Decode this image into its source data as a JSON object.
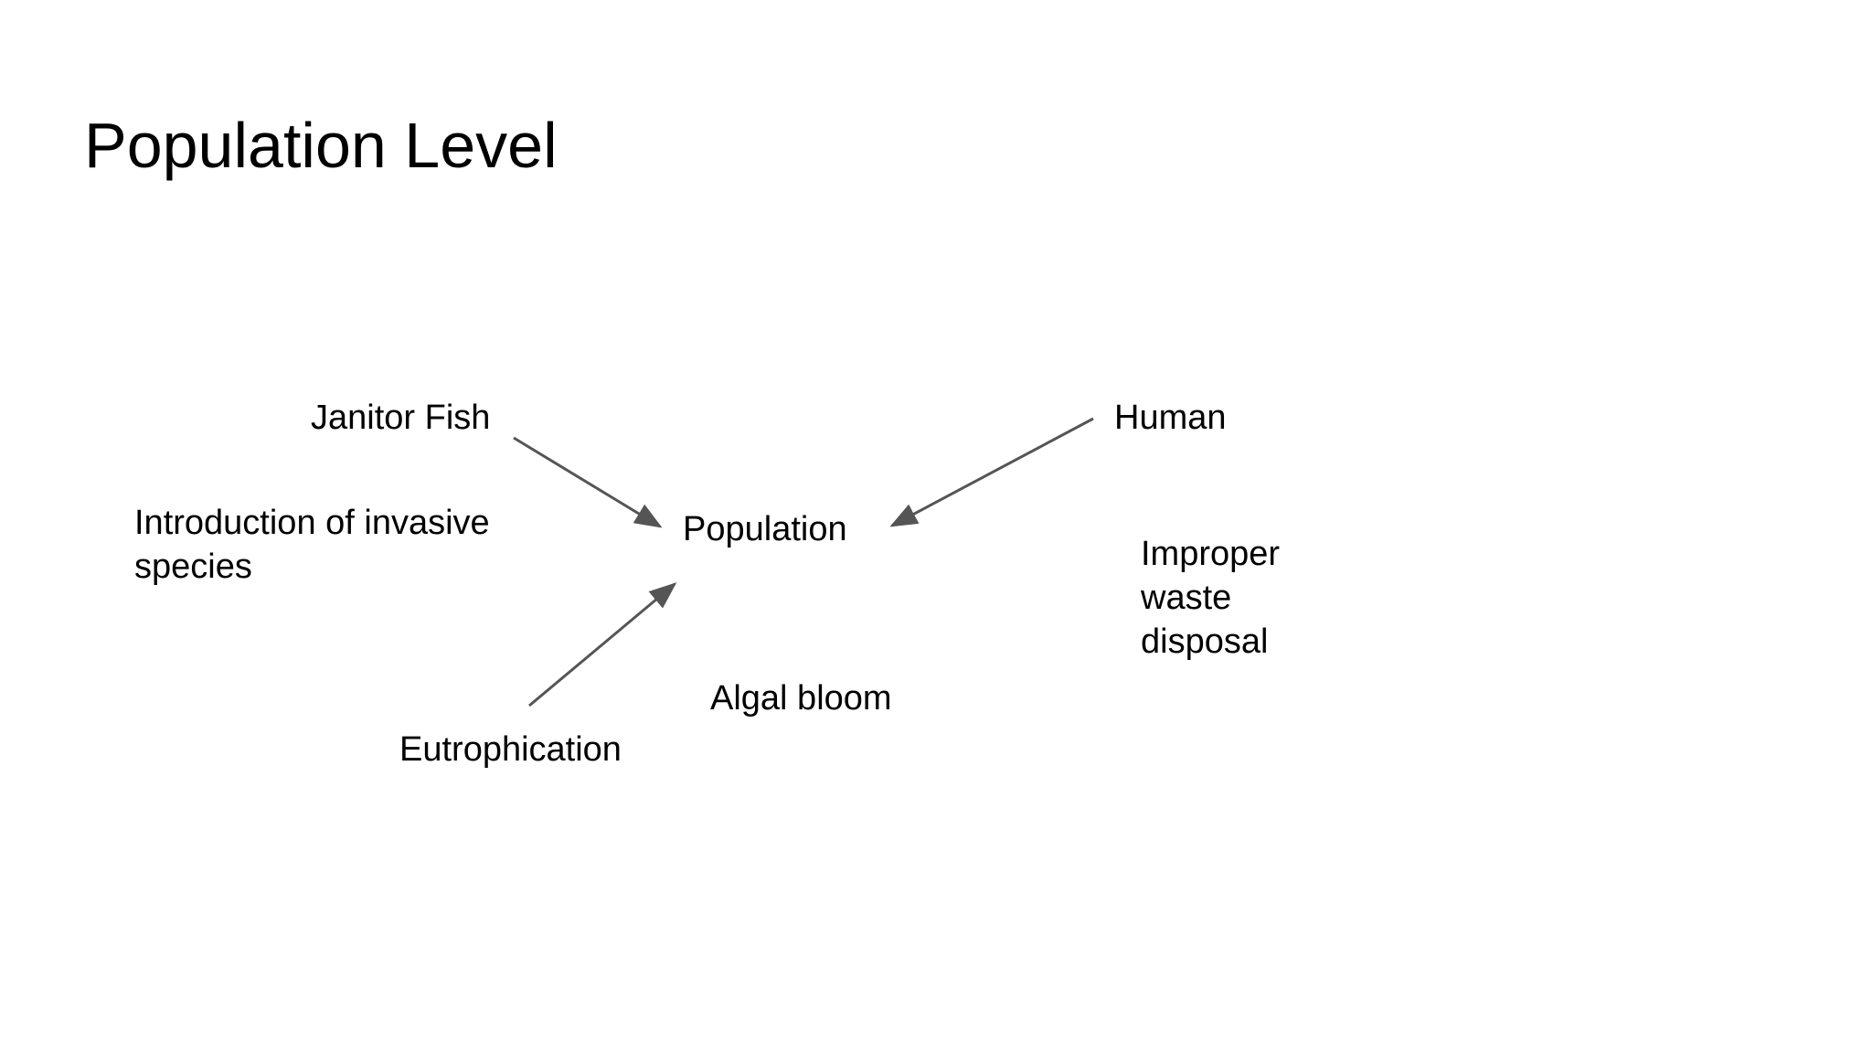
{
  "slide": {
    "title": "Population Level"
  },
  "nodes": {
    "janitor_fish": "Janitor Fish",
    "introduction": [
      "Introduction of invasive",
      "species"
    ],
    "population": "Population",
    "human": "Human",
    "improper_waste": [
      "Improper",
      "waste",
      "disposal"
    ],
    "algal_bloom": "Algal bloom",
    "eutrophication": "Eutrophication"
  },
  "edges": [
    {
      "from": "Janitor Fish",
      "to": "Population"
    },
    {
      "from": "Human",
      "to": "Population"
    },
    {
      "from": "Eutrophication",
      "to": "Population"
    }
  ],
  "colors": {
    "arrow": "#555555",
    "text": "#000000",
    "background": "#ffffff"
  }
}
